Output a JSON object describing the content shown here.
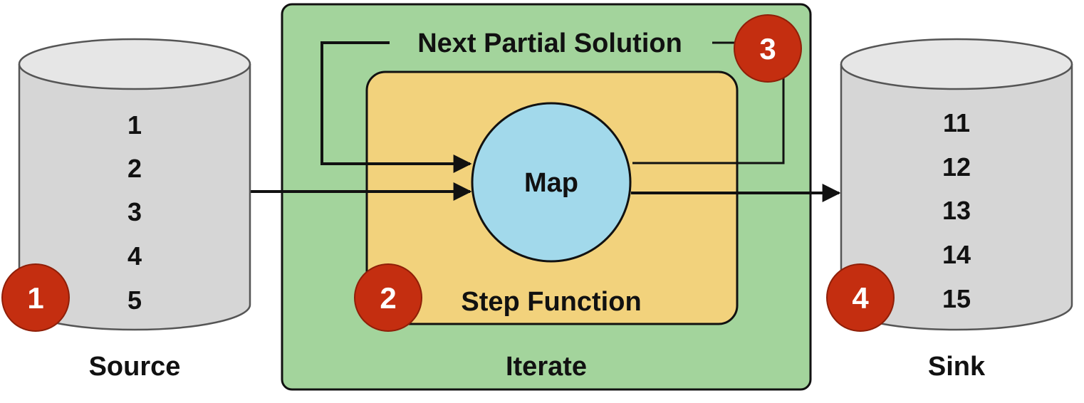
{
  "colors": {
    "iterate_fill": "#a3d49c",
    "step_fill": "#f2d27c",
    "map_fill": "#a2d9eb",
    "cylinder_body": "#d6d6d6",
    "cylinder_top": "#e6e6e6",
    "badge": "#c42e10",
    "stroke": "#111111"
  },
  "source": {
    "label": "Source",
    "items": [
      "1",
      "2",
      "3",
      "4",
      "5"
    ],
    "badge": "1"
  },
  "iterate": {
    "label": "Iterate",
    "feedback_label": "Next Partial Solution",
    "badge": "3"
  },
  "step_function": {
    "label": "Step Function",
    "badge": "2"
  },
  "map": {
    "label": "Map"
  },
  "sink": {
    "label": "Sink",
    "items": [
      "11",
      "12",
      "13",
      "14",
      "15"
    ],
    "badge": "4"
  }
}
